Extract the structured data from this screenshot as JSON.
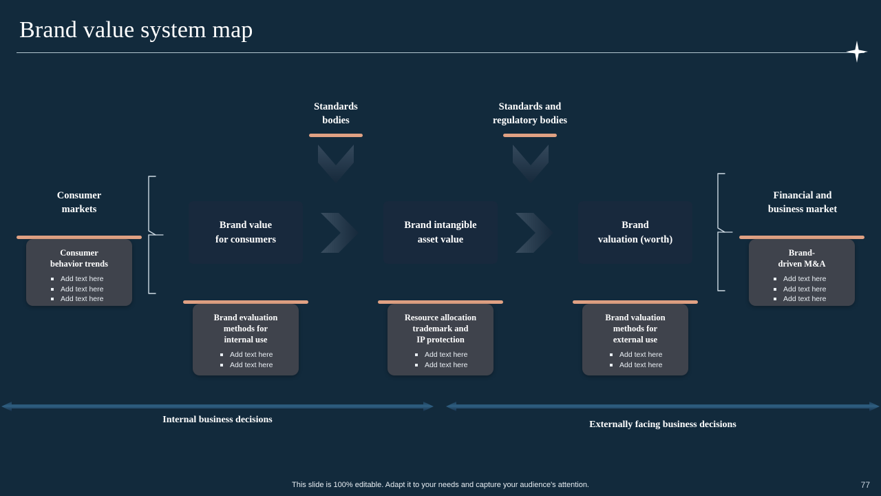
{
  "slide": {
    "title": "Brand value system map",
    "page_number": "77",
    "footer_note": "This slide is 100% editable. Adapt it to your needs and capture your audience's attention.",
    "decor_icon": "sparkle-icon"
  },
  "colors": {
    "background": "#122a3c",
    "accent": "#e0a183",
    "card_fill": "#3f434c",
    "flow_box_fill": "#18293d",
    "text": "#ffffff",
    "arrow_bar": "#2f5878"
  },
  "top_sources": [
    {
      "label": "Standards\nbodies",
      "line1": "Standards",
      "line2": "bodies"
    },
    {
      "label": "Standards and regulatory bodies",
      "line1": "Standards and",
      "line2": "regulatory bodies"
    }
  ],
  "left_group": {
    "heading_line1": "Consumer",
    "heading_line2": "markets",
    "card": {
      "title_line1": "Consumer",
      "title_line2": "behavior trends",
      "bullets": [
        "Add text here",
        "Add text here",
        "Add text here"
      ]
    }
  },
  "right_group": {
    "heading_line1": "Financial and",
    "heading_line2": "business market",
    "card": {
      "title_line1": "Brand-",
      "title_line2": "driven M&A",
      "bullets": [
        "Add text here",
        "Add text here",
        "Add text here"
      ]
    }
  },
  "flow_boxes": [
    {
      "line1": "Brand value",
      "line2": "for consumers"
    },
    {
      "line1": "Brand intangible",
      "line2": "asset value"
    },
    {
      "line1": "Brand",
      "line2": "valuation (worth)"
    }
  ],
  "detail_cards": [
    {
      "title_line1": "Brand evaluation",
      "title_line2": "methods for",
      "title_line3": "internal use",
      "bullets": [
        "Add text here",
        "Add text here"
      ]
    },
    {
      "title_line1": "Resource allocation",
      "title_line2": "trademark and",
      "title_line3": "IP protection",
      "bullets": [
        "Add text here",
        "Add text here"
      ]
    },
    {
      "title_line1": "Brand valuation",
      "title_line2": "methods for",
      "title_line3": "external use",
      "bullets": [
        "Add text here",
        "Add text here"
      ]
    }
  ],
  "bottom_bands": [
    {
      "label": "Internal business decisions"
    },
    {
      "label": "Externally facing business decisions"
    }
  ]
}
